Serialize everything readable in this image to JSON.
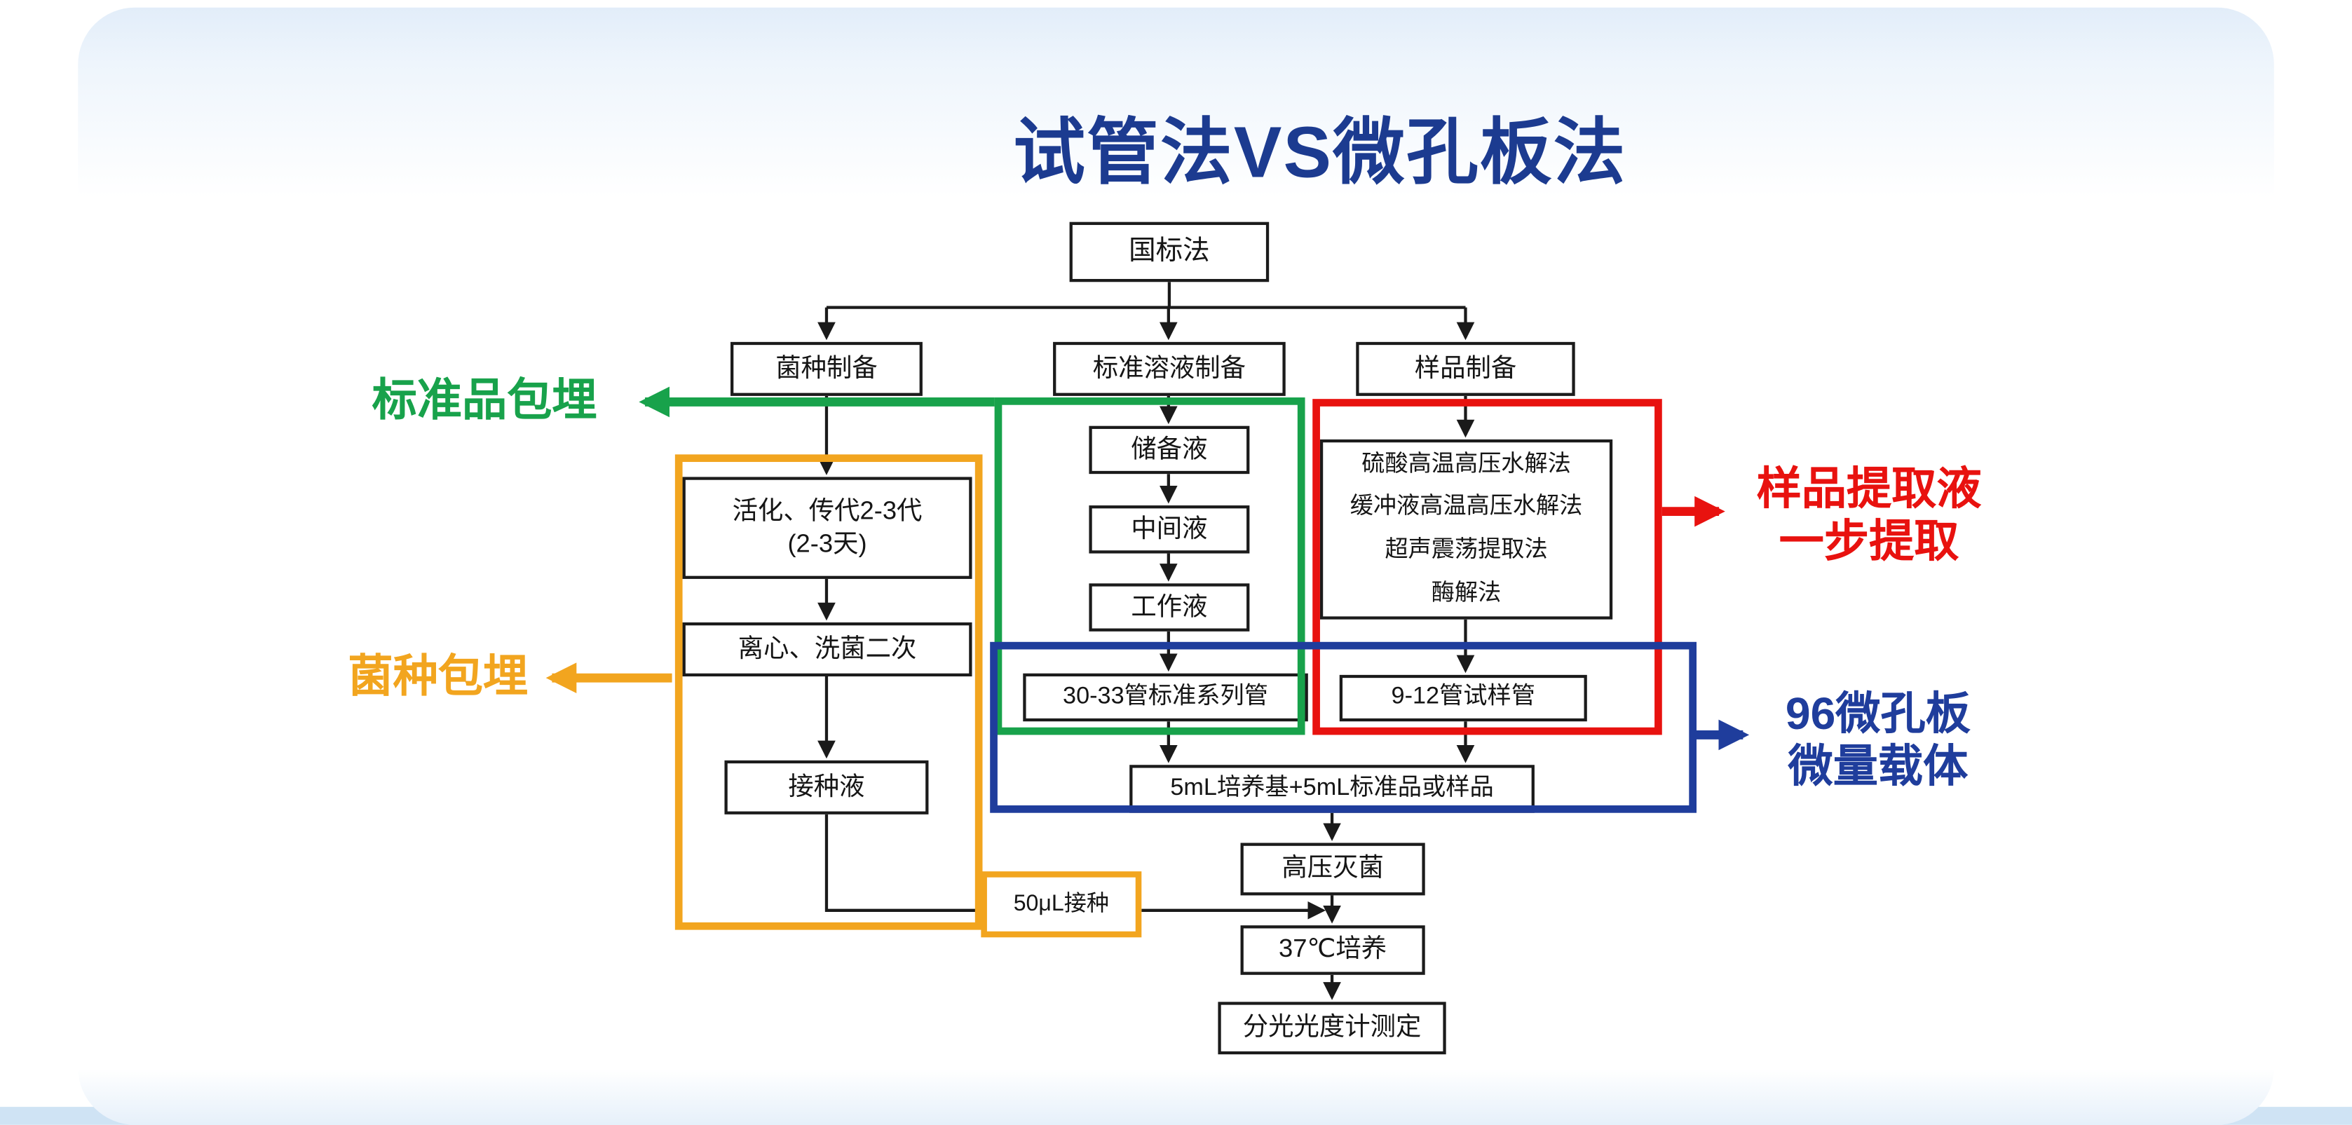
{
  "title": "试管法VS微孔板法",
  "nodes": {
    "root": "国标法",
    "strain_prep": "菌种制备",
    "standard_prep": "标准溶液制备",
    "sample_prep": "样品制备",
    "activation_l1": "活化、传代2-3代",
    "activation_l2": "(2-3天)",
    "centrifuge": "离心、洗菌二次",
    "inoculum": "接种液",
    "inoculate_50ul": "50μL接种",
    "stock_solution": "储备液",
    "intermediate_solution": "中间液",
    "working_solution": "工作液",
    "standard_series_tubes": "30-33管标准系列管",
    "extraction_l1": "硫酸高温高压水解法",
    "extraction_l2": "缓冲液高温高压水解法",
    "extraction_l3": "超声震荡提取法",
    "extraction_l4": "酶解法",
    "sample_tubes": "9-12管试样管",
    "medium_mix": "5mL培养基+5mL标准品或样品",
    "autoclave": "高压灭菌",
    "incubation": "37℃培养",
    "spectrophotometer": "分光光度计测定"
  },
  "annotations": {
    "standard_embedding": "标准品包埋",
    "strain_embedding": "菌种包埋",
    "sample_extract_l1": "样品提取液",
    "sample_extract_l2": "一步提取",
    "microplate_l1": "96微孔板",
    "microplate_l2": "微量载体"
  },
  "colors": {
    "title_blue": "#1c3b90",
    "green": "#18a24b",
    "orange": "#f2a51f",
    "red": "#e8120f",
    "blue": "#1f3d9c",
    "line_black": "#1a1a1a"
  }
}
